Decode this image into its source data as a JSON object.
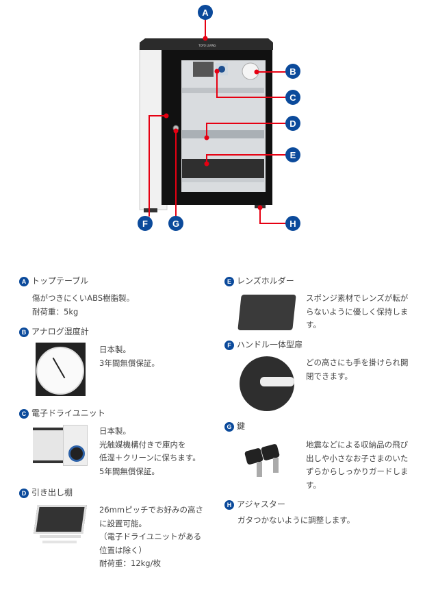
{
  "colors": {
    "badge": "#0b4a9b",
    "callout_line": "#e60012"
  },
  "diagram": {
    "markers": [
      "A",
      "B",
      "C",
      "D",
      "E",
      "F",
      "G",
      "H"
    ],
    "brand_logo": "TOYO LIVING"
  },
  "features": [
    {
      "marker": "A",
      "title": "トップテーブル",
      "lines": [
        "傷がつきにくいABS樹脂製。",
        "耐荷重：5kg"
      ]
    },
    {
      "marker": "B",
      "title": "アナログ湿度計",
      "lines": [
        "日本製。",
        "3年間無償保証。"
      ]
    },
    {
      "marker": "C",
      "title": "電子ドライユニット",
      "lines": [
        "日本製。",
        "光触媒機構付きで庫内を",
        "低湿＋クリーンに保ちます。",
        "5年間無償保証。"
      ]
    },
    {
      "marker": "D",
      "title": "引き出し棚",
      "lines": [
        "26mmピッチでお好みの高さ",
        "に設置可能。",
        "（電子ドライユニットがある",
        "位置は除く）",
        "耐荷重：12kg/枚"
      ]
    },
    {
      "marker": "E",
      "title": "レンズホルダー",
      "lines": [
        "スポンジ素材でレンズが転が",
        "らないように優しく保持しま",
        "す。"
      ]
    },
    {
      "marker": "F",
      "title": "ハンドル一体型扉",
      "lines": [
        "どの高さにも手を掛けられ開",
        "閉できます。"
      ]
    },
    {
      "marker": "G",
      "title": "鍵",
      "lines": [
        "地震などによる収納品の飛び",
        "出しや小さなお子さまのいた",
        "ずらからしっかりガードしま",
        "す。"
      ]
    },
    {
      "marker": "H",
      "title": "アジャスター",
      "lines": [
        "ガタつかないように調整します。"
      ]
    }
  ]
}
